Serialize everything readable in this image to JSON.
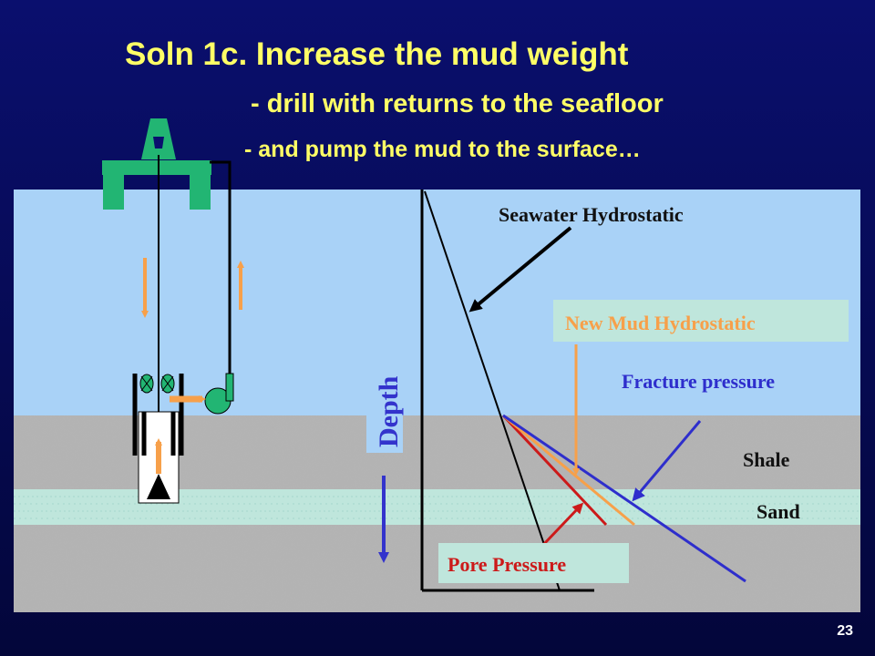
{
  "slide": {
    "title_line1": "Soln 1c. Increase the mud weight",
    "title_line2": "- drill with returns to the seafloor",
    "title_line3": "- and pump the mud to the surface…",
    "page_number": "23"
  },
  "diagram": {
    "labels": {
      "seawater": "Seawater Hydrostatic",
      "new_mud": "New Mud Hydrostatic",
      "fracture": "Fracture pressure",
      "shale": "Shale",
      "sand": "Sand",
      "pore": "Pore Pressure",
      "depth": "Depth"
    },
    "colors": {
      "background": "#070c5e",
      "title": "#ffff66",
      "sea": "#a9d2f7",
      "sand_layer": "#bfe6dc",
      "rig": "#22b573",
      "flow_arrow": "#f7a04a",
      "depth_label": "#3333cc",
      "fracture_line": "#2e2ecc",
      "pore_line": "#cc1a1a",
      "mud_line": "#f7a04a",
      "new_mud_label_bg": "#bfe6dc"
    }
  }
}
